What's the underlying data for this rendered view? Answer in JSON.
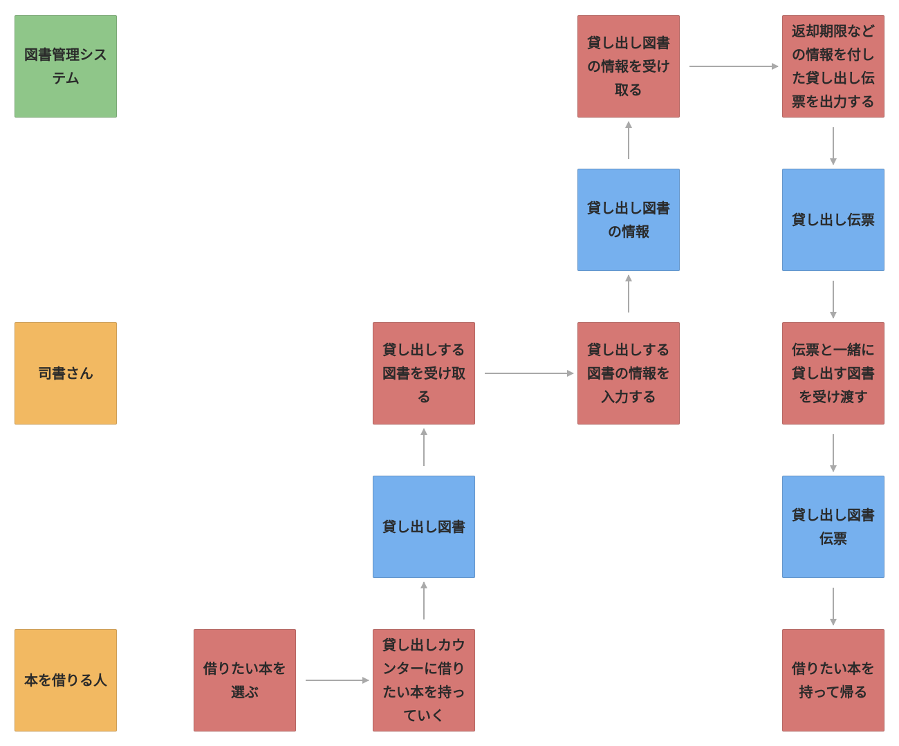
{
  "colors": {
    "system": "#8fc689",
    "actor": "#f2b962",
    "process": "#d57874",
    "data": "#76b0ee",
    "arrow": "#a9a9a9"
  },
  "lanes": [
    {
      "id": "lane-system",
      "label": "図書管理システム",
      "type": "system"
    },
    {
      "id": "lane-librarian",
      "label": "司書さん",
      "type": "actor"
    },
    {
      "id": "lane-borrower",
      "label": "本を借りる人",
      "type": "actor"
    }
  ],
  "nodes": [
    {
      "id": "n1",
      "label": "借りたい本を選ぶ",
      "type": "process"
    },
    {
      "id": "n2",
      "label": "貸し出しカウンターに借りたい本を持っていく",
      "type": "process"
    },
    {
      "id": "n3",
      "label": "貸し出し図書",
      "type": "data"
    },
    {
      "id": "n4",
      "label": "貸し出しする図書を受け取る",
      "type": "process"
    },
    {
      "id": "n5",
      "label": "貸し出しする図書の情報を入力する",
      "type": "process"
    },
    {
      "id": "n6",
      "label": "貸し出し図書の情報",
      "type": "data"
    },
    {
      "id": "n7",
      "label": "貸し出し図書の情報を受け取る",
      "type": "process"
    },
    {
      "id": "n8",
      "label": "返却期限などの情報を付した貸し出し伝票を出力する",
      "type": "process"
    },
    {
      "id": "n9",
      "label": "貸し出し伝票",
      "type": "data"
    },
    {
      "id": "n10",
      "label": "伝票と一緒に貸し出す図書を受け渡す",
      "type": "process"
    },
    {
      "id": "n11",
      "label": "貸し出し図書伝票",
      "type": "data"
    },
    {
      "id": "n12",
      "label": "借りたい本を持って帰る",
      "type": "process"
    }
  ],
  "edges": [
    {
      "from": "n1",
      "to": "n2"
    },
    {
      "from": "n2",
      "to": "n3"
    },
    {
      "from": "n3",
      "to": "n4"
    },
    {
      "from": "n4",
      "to": "n5"
    },
    {
      "from": "n5",
      "to": "n6"
    },
    {
      "from": "n6",
      "to": "n7"
    },
    {
      "from": "n7",
      "to": "n8"
    },
    {
      "from": "n8",
      "to": "n9"
    },
    {
      "from": "n9",
      "to": "n10"
    },
    {
      "from": "n10",
      "to": "n11"
    },
    {
      "from": "n11",
      "to": "n12"
    }
  ]
}
